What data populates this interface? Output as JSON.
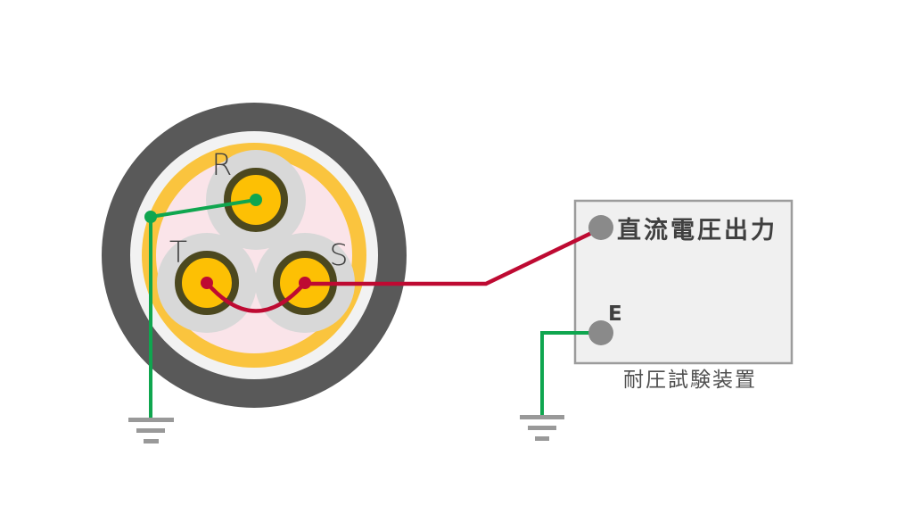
{
  "diagram": {
    "cable": {
      "conductors": [
        {
          "label": "R"
        },
        {
          "label": "T"
        },
        {
          "label": "S"
        }
      ]
    },
    "device": {
      "output_label": "直流電圧出力",
      "earth_label": "E",
      "caption": "耐圧試験装置"
    }
  },
  "colors": {
    "cable_sheath": "#595959",
    "cable_wrap": "#F2F2F2",
    "cable_tape": "#FAC43E",
    "cable_filler": "#FAE4E9",
    "insulation": "#D8D8D8",
    "conductor_fill": "#FDC004",
    "conductor_ring": "#4C481F",
    "earth_wire": "#0FA64F",
    "dc_wire": "#BE0A32",
    "terminal": "#8A8A8A",
    "ground_symbol": "#999999",
    "box_fill": "#F0F0F0",
    "box_border": "#9C9C9C",
    "phase_label_text": "#3F3F3F",
    "device_text": "#404040",
    "caption_text": "#4F4F4F"
  }
}
